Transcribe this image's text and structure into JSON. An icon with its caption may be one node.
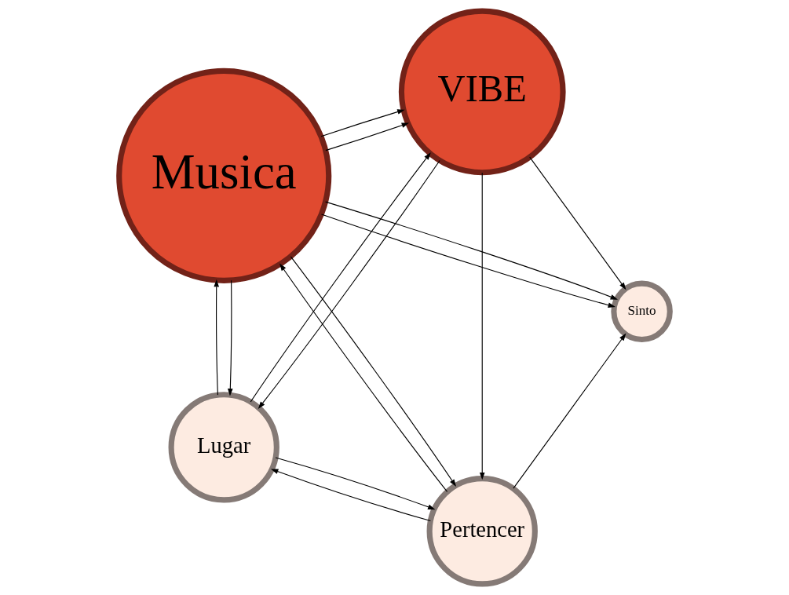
{
  "diagram": {
    "nodes": [
      {
        "text": [
          "Pertencer"
        ]
      },
      {
        "text": [
          "Sinto"
        ]
      },
      {
        "text": [
          "Lugar"
        ]
      },
      {
        "text": [
          "VIBE"
        ]
      },
      {
        "text": [
          "Musica"
        ]
      }
    ],
    "edges": [
      {
        "from": 0,
        "to": 1,
        "arrow": "to"
      },
      {
        "from": 0,
        "to": 2,
        "arrow": "to"
      },
      {
        "from": 2,
        "to": 0,
        "arrow": "to"
      },
      {
        "from": 0,
        "to": 4,
        "arrow": "to"
      },
      {
        "from": 4,
        "to": 0,
        "arrow": "to"
      },
      {
        "from": 3,
        "to": 0,
        "arrow": "to"
      },
      {
        "from": 4,
        "to": 1,
        "arrow": "to"
      },
      {
        "from": 4,
        "to": 1,
        "arrow": "to"
      },
      {
        "from": 3,
        "to": 1,
        "arrow": "to"
      },
      {
        "from": 3,
        "to": 2,
        "arrow": "to"
      },
      {
        "from": 2,
        "to": 3,
        "arrow": "to"
      },
      {
        "from": 2,
        "to": 4,
        "arrow": "to"
      },
      {
        "from": 4,
        "to": 2,
        "arrow": "to"
      },
      {
        "from": 4,
        "to": 3,
        "arrow": "to"
      },
      {
        "from": 4,
        "to": 3,
        "arrow": "to"
      }
    ]
  }
}
